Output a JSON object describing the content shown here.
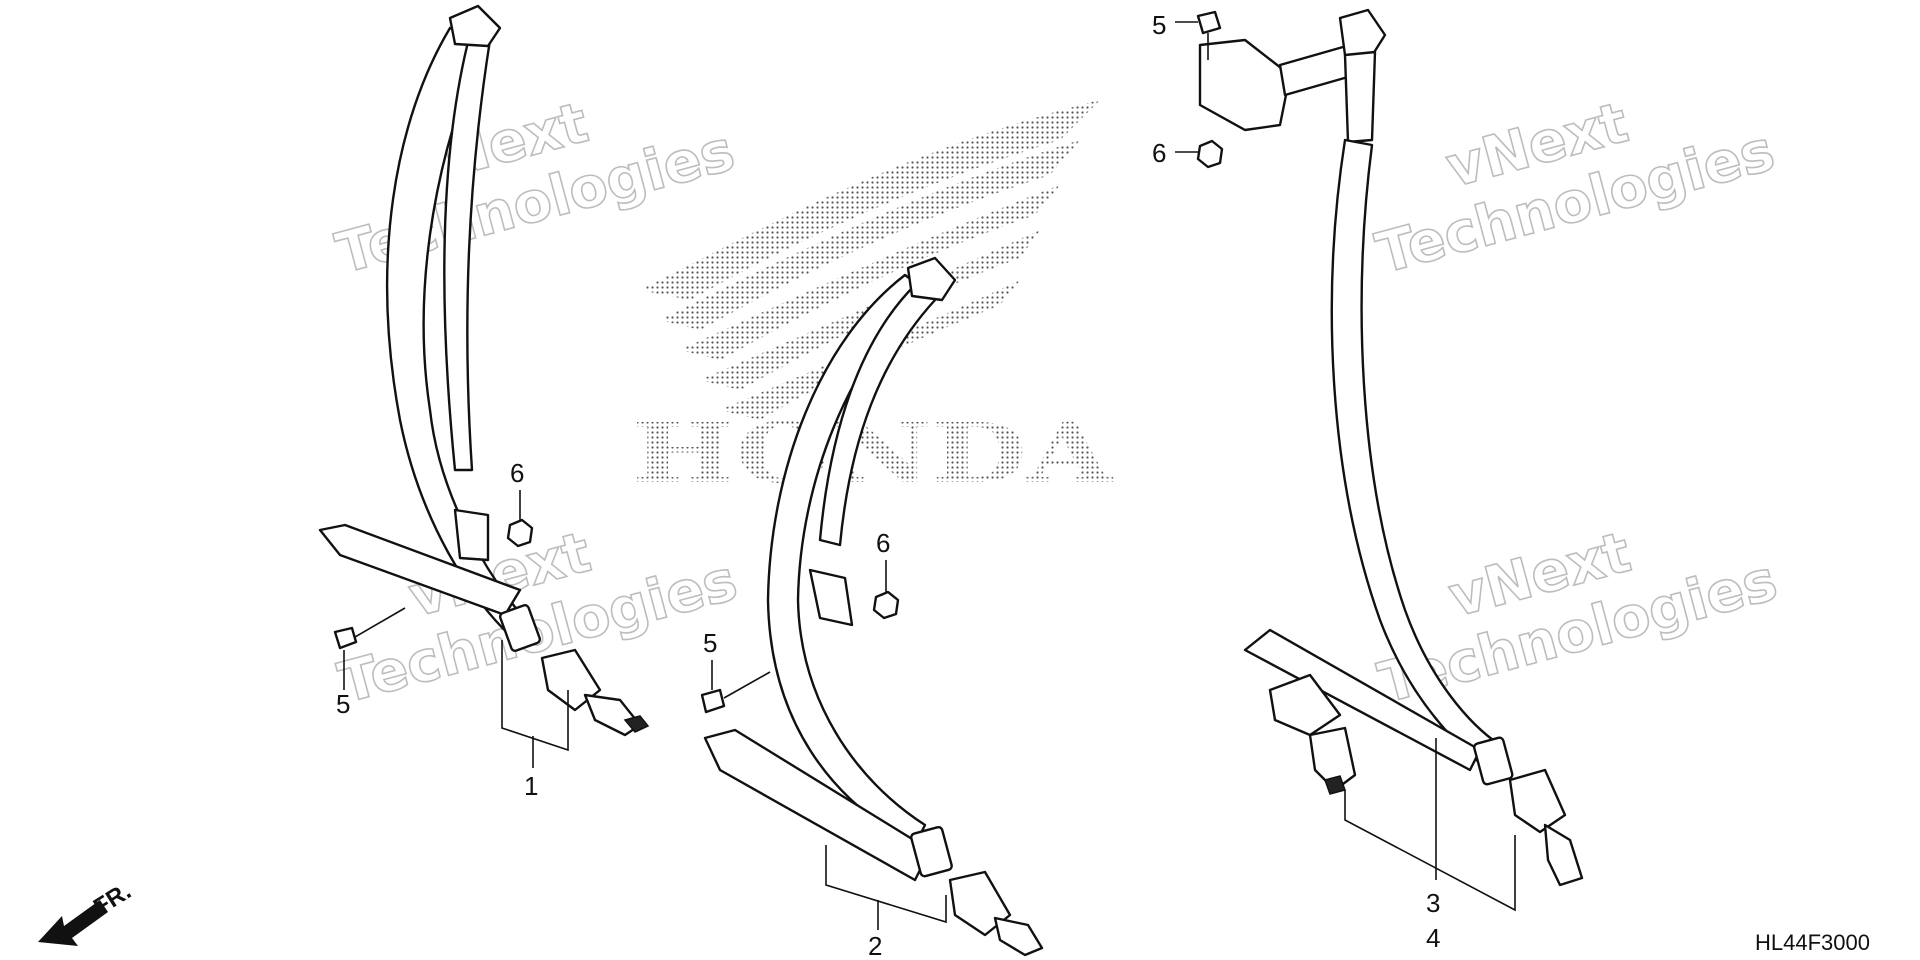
{
  "diagram": {
    "code": "HL44F3000",
    "direction_label": "FR.",
    "logo_text": "HONDA",
    "watermark": {
      "line1": "vNext",
      "line2": "Technologies"
    },
    "callouts": {
      "left_assembly": "1",
      "center_assembly": "2",
      "right_assembly_a": "3",
      "right_assembly_b": "4",
      "bolt_left": "5",
      "bolt_center": "5",
      "bolt_top": "5",
      "nut_left": "6",
      "nut_center": "6",
      "nut_top": "6"
    }
  }
}
